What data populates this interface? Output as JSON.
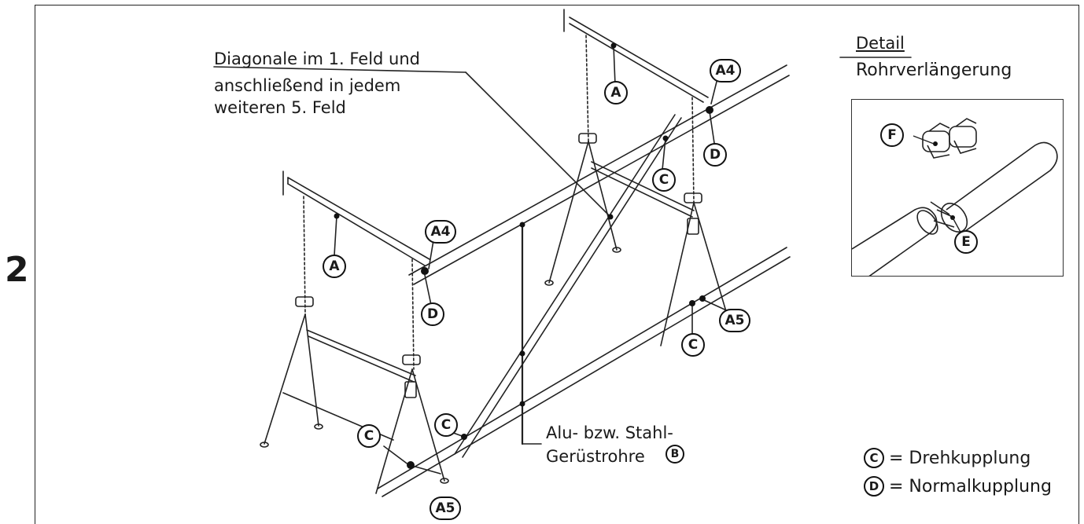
{
  "step_number": "2",
  "callout_diagonal": {
    "line1": "Diagonale im 1. Feld und",
    "line2": "anschließend in jedem",
    "line3": "weiteren 5. Feld"
  },
  "callout_tubes": {
    "line1": "Alu- bzw. Stahl-",
    "line2": "Gerüstrohre"
  },
  "detail": {
    "title": "Detail",
    "subtitle": "Rohrverlängerung"
  },
  "labels": {
    "A": "A",
    "A4": "A4",
    "A5": "A5",
    "B": "B",
    "C": "C",
    "D": "D",
    "E": "E",
    "F": "F"
  },
  "legend": [
    {
      "key": "C",
      "text": "= Drehkupplung"
    },
    {
      "key": "D",
      "text": "= Normalkupplung"
    }
  ]
}
